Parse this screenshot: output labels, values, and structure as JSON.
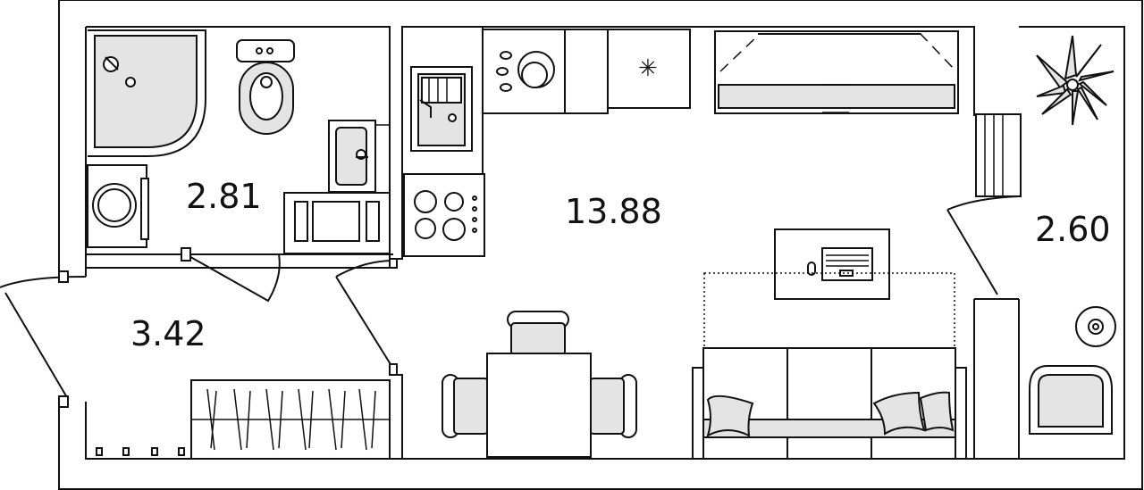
{
  "rooms": [
    {
      "id": "bathroom",
      "area": "2.81"
    },
    {
      "id": "living",
      "area": "13.88"
    },
    {
      "id": "balcony",
      "area": "2.60"
    },
    {
      "id": "hallway",
      "area": "3.42"
    }
  ],
  "colors": {
    "wall": "#111111",
    "furniture_fill": "#e4e4e4",
    "background": "#ffffff"
  }
}
